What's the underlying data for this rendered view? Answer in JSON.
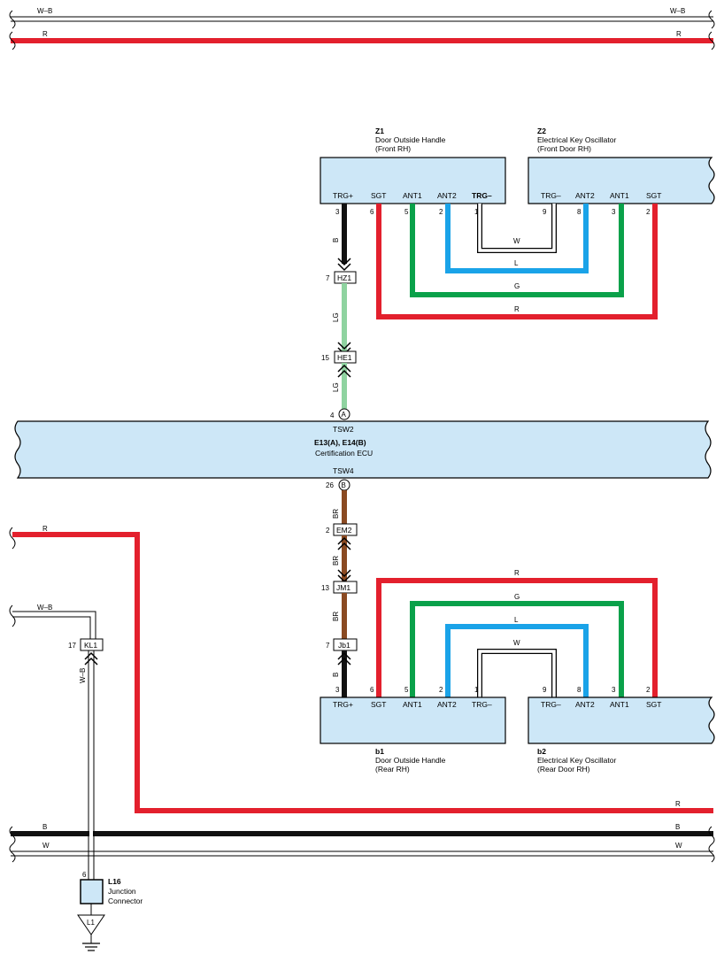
{
  "wire_colors": {
    "R": "#e3202d",
    "B": "#111111",
    "W": "#ffffff",
    "L": "#1aa3e8",
    "G": "#0aa14a",
    "LG": "#8fd3a0",
    "BR": "#8a4a22",
    "W-B": "#ffffff"
  },
  "top_bus": {
    "wb_left": "W–B",
    "wb_right": "W–B",
    "r_left": "R",
    "r_right": "R"
  },
  "z1": {
    "code": "Z1",
    "name": "Door Outside Handle",
    "pos": "(Front RH)",
    "pins": [
      "TRG+",
      "SGT",
      "ANT1",
      "ANT2",
      "TRG–"
    ],
    "nums": [
      "3",
      "6",
      "5",
      "2",
      "1"
    ]
  },
  "z2": {
    "code": "Z2",
    "name": "Electrical Key Oscillator",
    "pos": "(Front Door RH)",
    "pins": [
      "TRG–",
      "ANT2",
      "ANT1",
      "SGT"
    ],
    "nums": [
      "9",
      "8",
      "3",
      "2"
    ]
  },
  "front_loops": {
    "w": "W",
    "l": "L",
    "g": "G",
    "r": "R"
  },
  "front_trg": {
    "wire1": "B",
    "hz1": "HZ1",
    "hz1_pin": "7",
    "wire2": "LG",
    "he1": "HE1",
    "he1_pin": "15",
    "wire3": "LG"
  },
  "ecu": {
    "pin_a": "4",
    "mark_a": "A",
    "term_a": "TSW2",
    "code": "E13(A), E14(B)",
    "name": "Certification ECU",
    "term_b": "TSW4",
    "pin_b": "26",
    "mark_b": "B"
  },
  "rear_trg": {
    "wire1": "BR",
    "em2": "EM2",
    "em2_pin": "2",
    "wire2": "BR",
    "jm1": "JM1",
    "jm1_pin": "13",
    "wire3": "BR",
    "jb1": "Jb1",
    "jb1_pin": "7",
    "wire4": "B"
  },
  "rear_loops": {
    "r": "R",
    "g": "G",
    "l": "L",
    "w": "W"
  },
  "b1": {
    "code": "b1",
    "name": "Door Outside Handle",
    "pos": "(Rear RH)",
    "pins": [
      "TRG+",
      "SGT",
      "ANT1",
      "ANT2",
      "TRG–"
    ],
    "nums": [
      "3",
      "6",
      "5",
      "2",
      "1"
    ]
  },
  "b2": {
    "code": "b2",
    "name": "Electrical Key Oscillator",
    "pos": "(Rear Door RH)",
    "pins": [
      "TRG–",
      "ANT2",
      "ANT1",
      "SGT"
    ],
    "nums": [
      "9",
      "8",
      "3",
      "2"
    ]
  },
  "left_r": {
    "left": "R",
    "right": "R"
  },
  "left_wb": {
    "label": "W–B",
    "kl1": "KL1",
    "kl1_pin": "17",
    "wire": "W–B"
  },
  "bottom_bus": {
    "b_left": "B",
    "b_right": "B",
    "w_left": "W",
    "w_right": "W"
  },
  "l16": {
    "pin": "6",
    "code": "L16",
    "name1": "Junction",
    "name2": "Connector"
  },
  "ground": {
    "label": "L1"
  }
}
